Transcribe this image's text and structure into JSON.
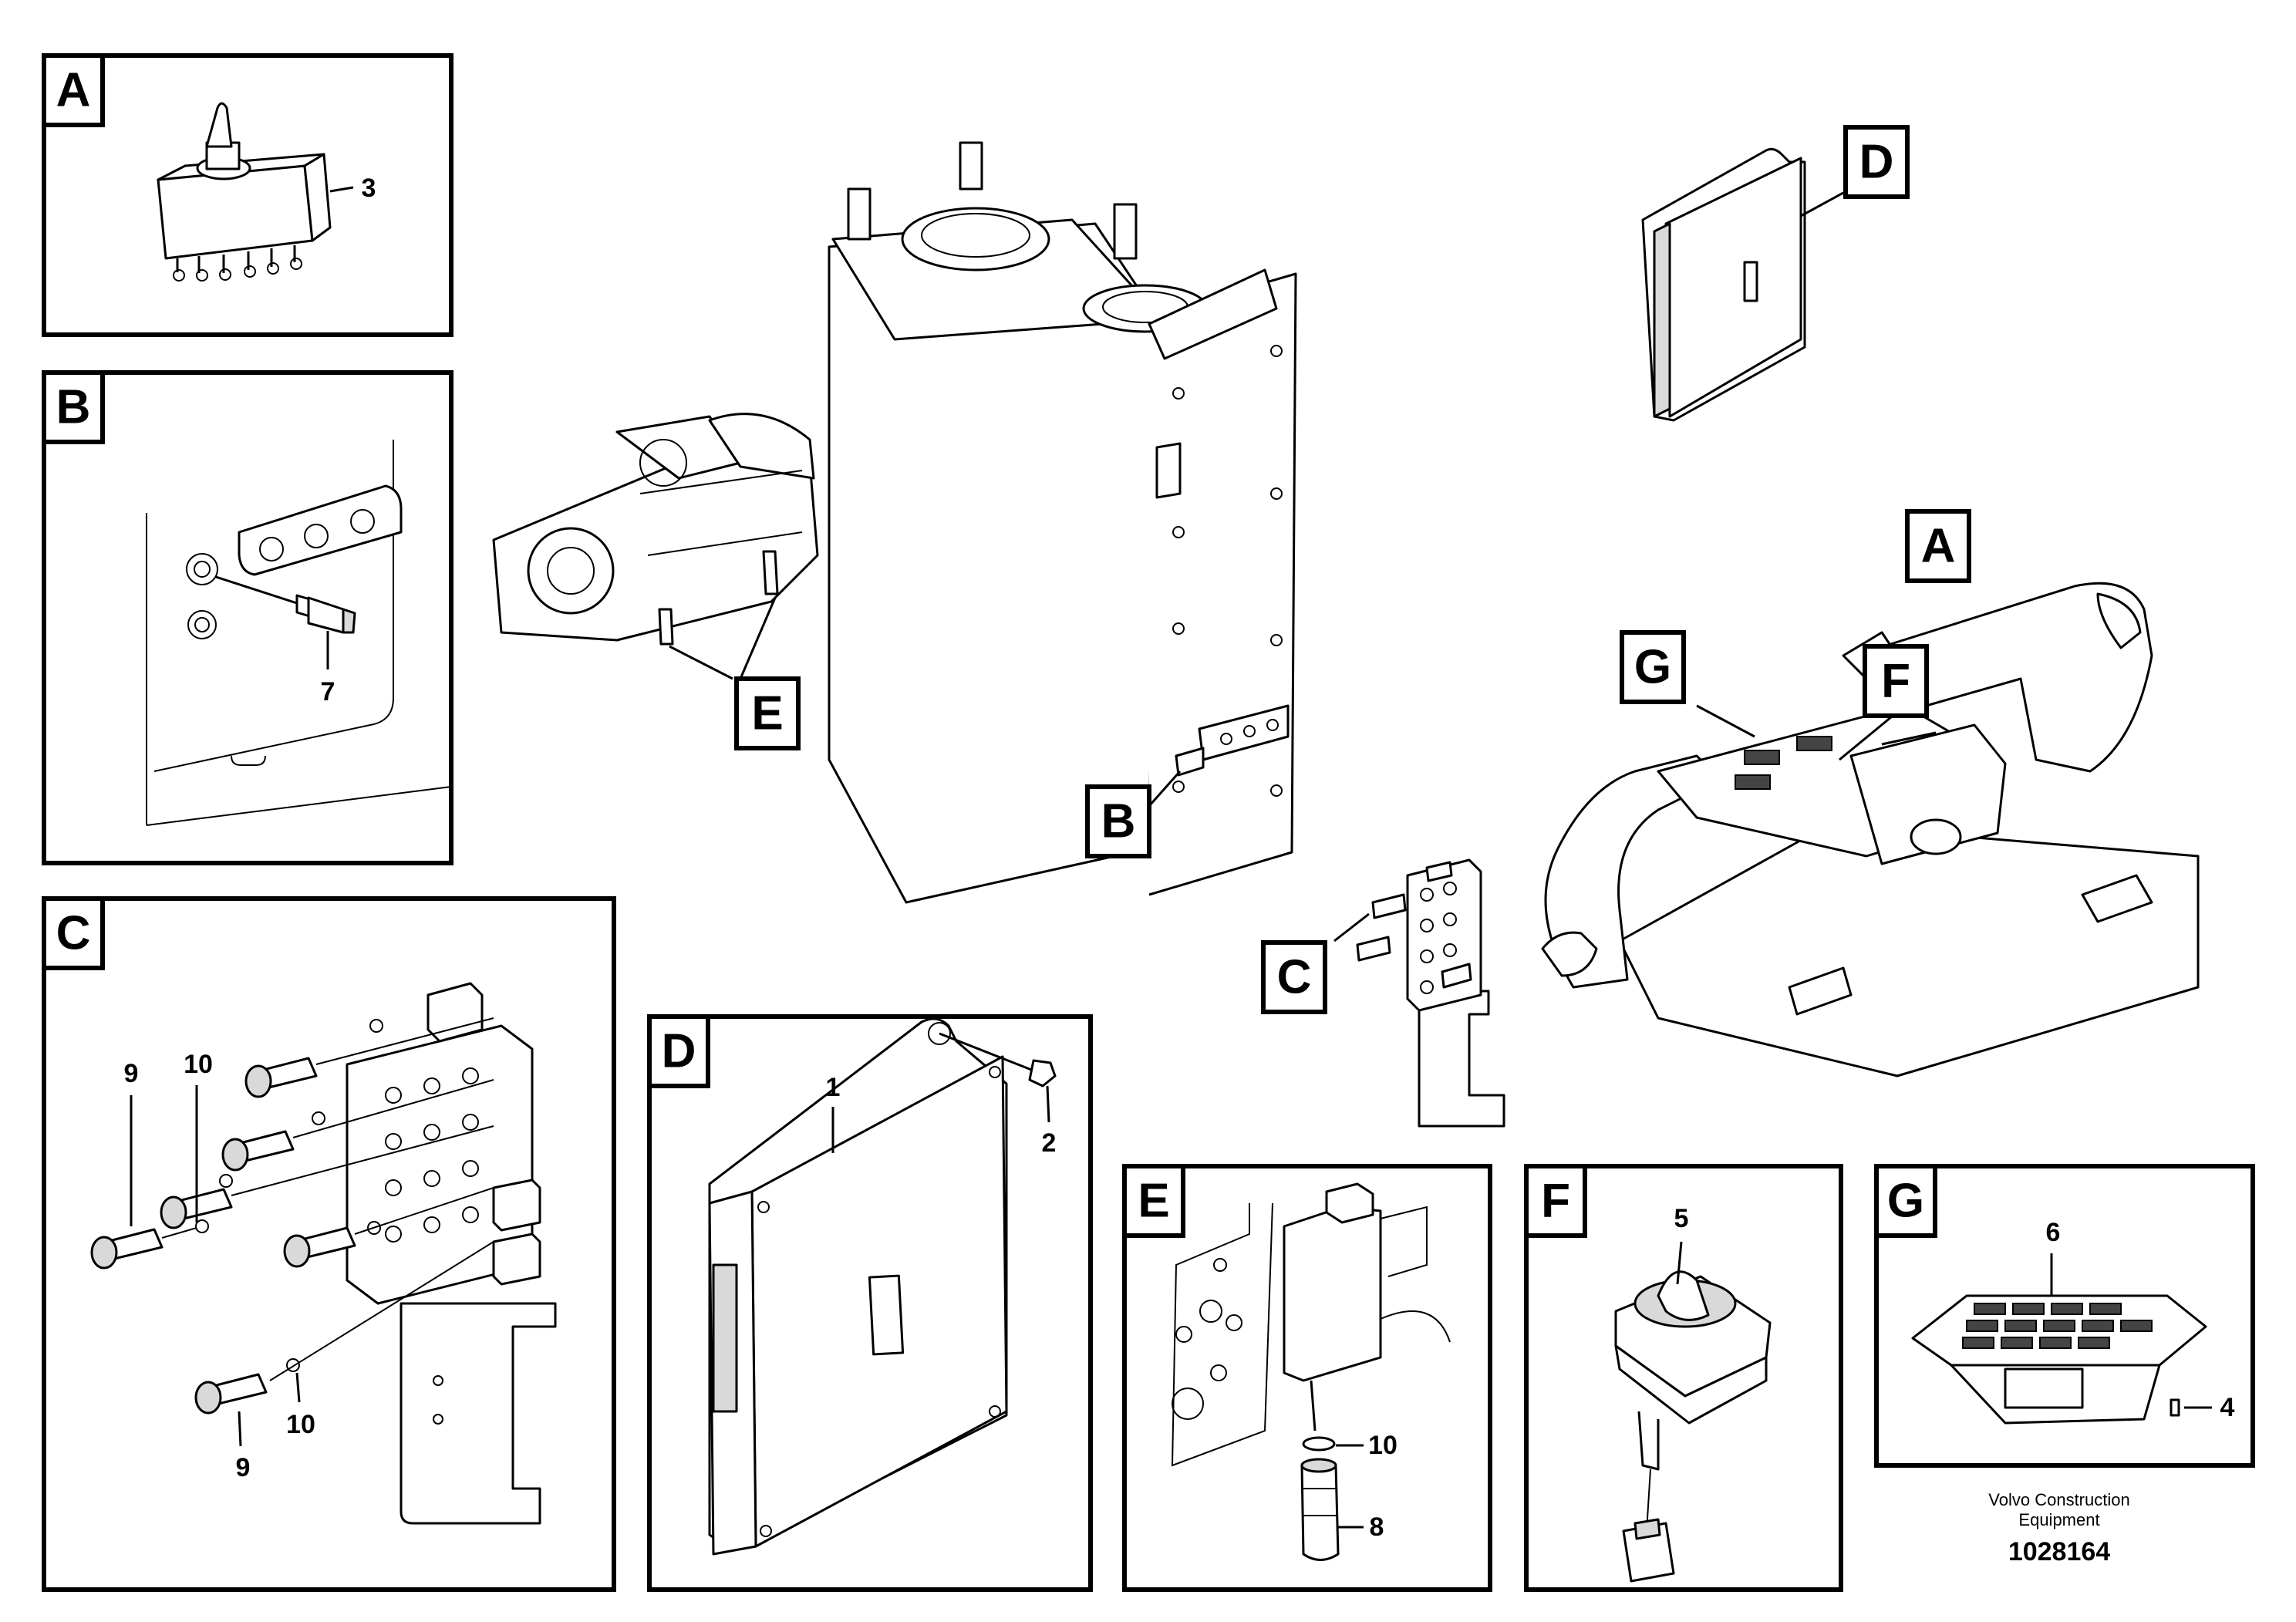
{
  "panels": {
    "A": {
      "tag": "A",
      "callouts": [
        "3"
      ]
    },
    "B": {
      "tag": "B",
      "callouts": [
        "7"
      ]
    },
    "C": {
      "tag": "C",
      "callouts": [
        "9",
        "10",
        "9",
        "10"
      ]
    },
    "D": {
      "tag": "D",
      "callouts": [
        "1",
        "2"
      ]
    },
    "E": {
      "tag": "E",
      "callouts": [
        "10",
        "8"
      ]
    },
    "F": {
      "tag": "F",
      "callouts": [
        "5"
      ]
    },
    "G": {
      "tag": "G",
      "callouts": [
        "6",
        "4"
      ]
    }
  },
  "overview_tags": [
    "D",
    "A",
    "G",
    "F",
    "E",
    "B",
    "C"
  ],
  "footer": {
    "company_line1": "Volvo Construction",
    "company_line2": "Equipment",
    "drawing_number": "1028164"
  }
}
